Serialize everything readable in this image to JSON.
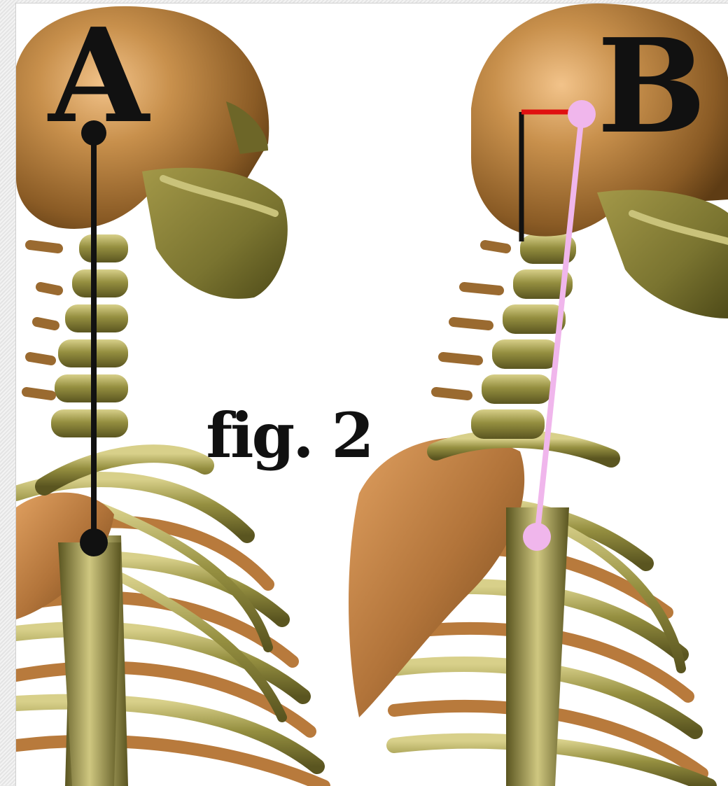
{
  "figure": {
    "panel_a_label": "A",
    "panel_b_label": "B",
    "caption": "fig. 2"
  },
  "colors": {
    "bone": "#8f8a3c",
    "bone_light": "#c7c07a",
    "bone_dark": "#5f5a22",
    "skull": "#b5823f",
    "skull_light": "#e0a765",
    "skull_dark": "#7a5220",
    "plumb_line_a": "#111111",
    "offset_vertical_b": "#111111",
    "offset_horizontal_b": "#e01010",
    "forward_head_line_b": "#f0b6ec"
  },
  "icons": {
    "panel_a": "skeleton-neutral-posture",
    "panel_b": "skeleton-forward-head-posture"
  }
}
